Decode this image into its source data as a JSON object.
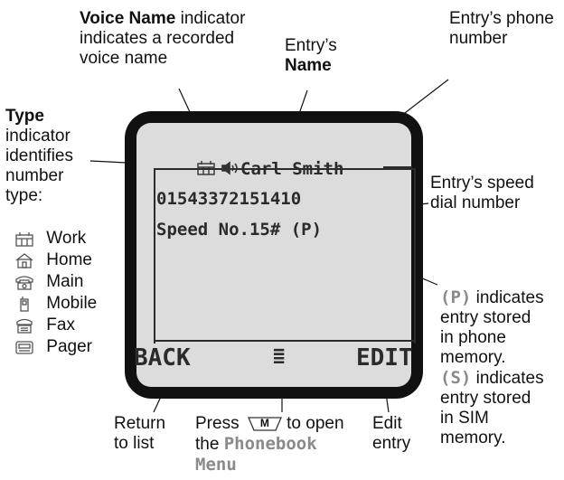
{
  "annotations": {
    "voice_name_bold": "Voice Name",
    "voice_name_rest": " indicator",
    "voice_name_line2": "indicates a recorded",
    "voice_name_line3": "voice name",
    "entry_name_1": "Entry’s",
    "entry_name_2": "Name",
    "entry_phone_1": "Entry’s phone",
    "entry_phone_2": "number",
    "type_title": "Type",
    "type_l1": "indicator",
    "type_l2": "identifies",
    "type_l3": "number",
    "type_l4": "type:",
    "speed_1": "Entry’s speed",
    "speed_2": "dial number",
    "p_code": "(P)",
    "p_rest": " indicates",
    "p_l2": "entry stored",
    "p_l3": "in phone",
    "p_l4": "memory.",
    "s_code": "(S)",
    "s_rest": " indicates",
    "s_l2": "entry stored",
    "s_l3": "in SIM",
    "s_l4": "memory.",
    "return_1": "Return",
    "return_2": "to list",
    "press_1": "Press",
    "press_key": "M",
    "press_2": " to open",
    "press_3": "the ",
    "press_3_code": "Phonebook",
    "press_4_code": "Menu",
    "edit_1": "Edit",
    "edit_2": "entry"
  },
  "number_types": [
    {
      "label": "Work",
      "icon": "work-icon"
    },
    {
      "label": "Home",
      "icon": "home-icon"
    },
    {
      "label": "Main",
      "icon": "main-icon"
    },
    {
      "label": "Mobile",
      "icon": "mobile-icon"
    },
    {
      "label": "Fax",
      "icon": "fax-icon"
    },
    {
      "label": "Pager",
      "icon": "pager-icon"
    }
  ],
  "screen": {
    "name": "Carl Smith",
    "phone": "01543372151410",
    "speed": "Speed No.15# (P)",
    "left_soft": "BACK",
    "right_soft": "EDIT",
    "menu_glyph": "≣"
  },
  "colors": {
    "lcd_bg": "#dcdcdc",
    "bezel": "#111111",
    "soft_key_text": "#2b2b2b",
    "code_gray": "#8a8a8a"
  }
}
